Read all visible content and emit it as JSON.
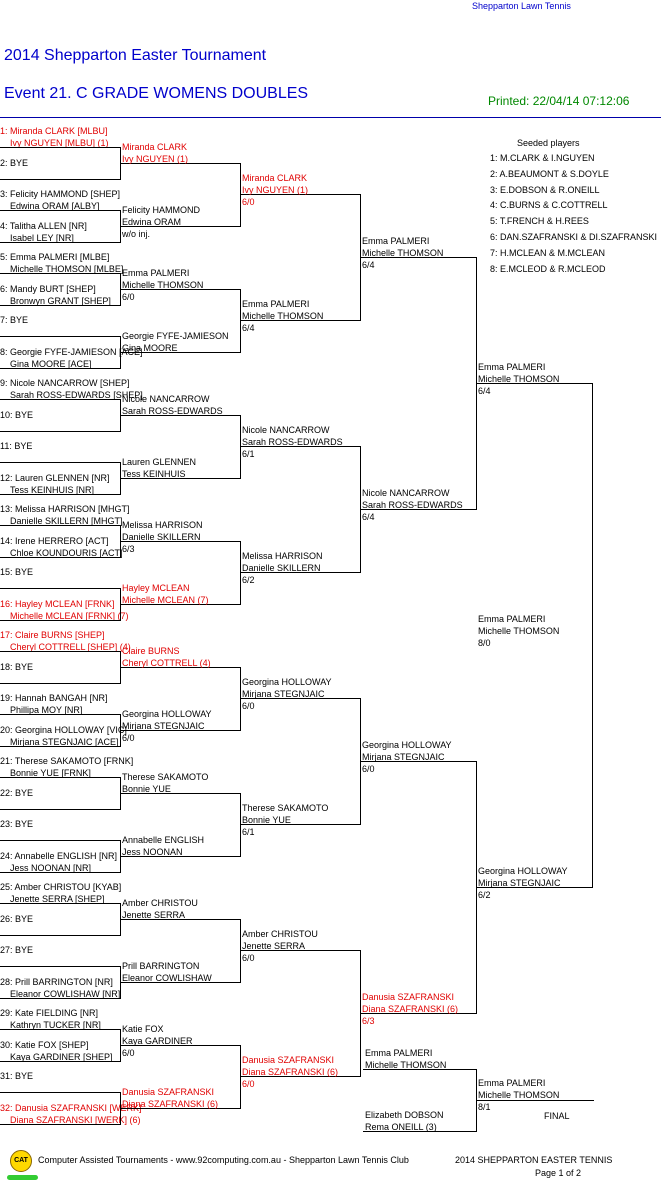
{
  "header": {
    "club": "Shepparton Lawn Tennis",
    "title": "2014 Shepparton Easter Tournament",
    "event": "Event 21. C GRADE WOMENS DOUBLES",
    "printed": "Printed: 22/04/14 07:12:06"
  },
  "seeded": {
    "title": "Seeded players",
    "items": [
      "1: M.CLARK & I.NGUYEN",
      "2: A.BEAUMONT & S.DOYLE",
      "3: E.DOBSON & R.ONEILL",
      "4: C.BURNS & C.COTTRELL",
      "5: T.FRENCH & H.REES",
      "6: DAN.SZAFRANSKI & DI.SZAFRANSKI",
      "7: H.MCLEAN & M.MCLEAN",
      "8: E.MCLEOD & R.MCLEOD"
    ]
  },
  "draw": [
    {
      "l1": "1: Miranda CLARK [MLBU]",
      "l2": "Ivy NGUYEN [MLBU] (1)",
      "seeded": true
    },
    {
      "l1": "2: BYE",
      "l2": ""
    },
    {
      "l1": "3: Felicity HAMMOND [SHEP]",
      "l2": "Edwina ORAM [ALBY]"
    },
    {
      "l1": "4: Talitha ALLEN [NR]",
      "l2": "Isabel LEY [NR]"
    },
    {
      "l1": "5: Emma PALMERI [MLBE]",
      "l2": "Michelle THOMSON [MLBE]"
    },
    {
      "l1": "6: Mandy BURT [SHEP]",
      "l2": "Bronwyn GRANT [SHEP]"
    },
    {
      "l1": "7: BYE",
      "l2": ""
    },
    {
      "l1": "8: Georgie FYFE-JAMIESON [ACE]",
      "l2": "Gina MOORE [ACE]"
    },
    {
      "l1": "9: Nicole NANCARROW [SHEP]",
      "l2": "Sarah ROSS-EDWARDS [SHEP]"
    },
    {
      "l1": "10: BYE",
      "l2": ""
    },
    {
      "l1": "11: BYE",
      "l2": ""
    },
    {
      "l1": "12: Lauren GLENNEN [NR]",
      "l2": "Tess KEINHUIS [NR]"
    },
    {
      "l1": "13: Melissa HARRISON [MHGT]",
      "l2": "Danielle SKILLERN [MHGT]"
    },
    {
      "l1": "14: Irene HERRERO [ACT]",
      "l2": "Chloe KOUNDOURIS [ACT]"
    },
    {
      "l1": "15: BYE",
      "l2": ""
    },
    {
      "l1": "16: Hayley MCLEAN [FRNK]",
      "l2": "Michelle MCLEAN [FRNK] (7)",
      "seeded": true
    },
    {
      "l1": "17: Claire BURNS [SHEP]",
      "l2": "Cheryl COTTRELL [SHEP] (4)",
      "seeded": true
    },
    {
      "l1": "18: BYE",
      "l2": ""
    },
    {
      "l1": "19: Hannah BANGAH [NR]",
      "l2": "Phillipa MOY [NR]"
    },
    {
      "l1": "20: Georgina HOLLOWAY [VIC]",
      "l2": "Mirjana STEGNJAIC [ACE]"
    },
    {
      "l1": "21: Therese SAKAMOTO [FRNK]",
      "l2": "Bonnie YUE [FRNK]"
    },
    {
      "l1": "22: BYE",
      "l2": ""
    },
    {
      "l1": "23: BYE",
      "l2": ""
    },
    {
      "l1": "24: Annabelle ENGLISH [NR]",
      "l2": "Jess NOONAN [NR]"
    },
    {
      "l1": "25: Amber CHRISTOU [KYAB]",
      "l2": "Jenette SERRA [SHEP]"
    },
    {
      "l1": "26: BYE",
      "l2": ""
    },
    {
      "l1": "27: BYE",
      "l2": ""
    },
    {
      "l1": "28: Prill BARRINGTON [NR]",
      "l2": "Eleanor COWLISHAW [NR]"
    },
    {
      "l1": "29: Kate FIELDING [NR]",
      "l2": "Kathryn TUCKER [NR]"
    },
    {
      "l1": "30: Katie FOX [SHEP]",
      "l2": "Kaya GARDINER [SHEP]"
    },
    {
      "l1": "31: BYE",
      "l2": ""
    },
    {
      "l1": "32: Danusia SZAFRANSKI [WERK]",
      "l2": "Diana SZAFRANSKI [WERK] (6)",
      "seeded": true
    }
  ],
  "round2": [
    {
      "p1": "Miranda CLARK",
      "p2": "Ivy NGUYEN (1)",
      "score": "",
      "seeded": true
    },
    {
      "p1": "Felicity HAMMOND",
      "p2": "Edwina ORAM",
      "score": "w/o inj."
    },
    {
      "p1": "Emma PALMERI",
      "p2": "Michelle THOMSON",
      "score": "6/0"
    },
    {
      "p1": "Georgie FYFE-JAMIESON",
      "p2": "Gina MOORE",
      "score": ""
    },
    {
      "p1": "Nicole NANCARROW",
      "p2": "Sarah ROSS-EDWARDS",
      "score": ""
    },
    {
      "p1": "Lauren GLENNEN",
      "p2": "Tess KEINHUIS",
      "score": ""
    },
    {
      "p1": "Melissa HARRISON",
      "p2": "Danielle SKILLERN",
      "score": "6/3"
    },
    {
      "p1": "Hayley MCLEAN",
      "p2": "Michelle MCLEAN (7)",
      "score": "",
      "seeded": true
    },
    {
      "p1": "Claire BURNS",
      "p2": "Cheryl COTTRELL (4)",
      "score": "",
      "seeded": true
    },
    {
      "p1": "Georgina HOLLOWAY",
      "p2": "Mirjana STEGNJAIC",
      "score": "6/0"
    },
    {
      "p1": "Therese SAKAMOTO",
      "p2": "Bonnie YUE",
      "score": ""
    },
    {
      "p1": "Annabelle ENGLISH",
      "p2": "Jess NOONAN",
      "score": ""
    },
    {
      "p1": "Amber CHRISTOU",
      "p2": "Jenette SERRA",
      "score": ""
    },
    {
      "p1": "Prill BARRINGTON",
      "p2": "Eleanor COWLISHAW",
      "score": ""
    },
    {
      "p1": "Katie FOX",
      "p2": "Kaya GARDINER",
      "score": "6/0"
    },
    {
      "p1": "Danusia SZAFRANSKI",
      "p2": "Diana SZAFRANSKI (6)",
      "score": "",
      "seeded": true
    }
  ],
  "round3": [
    {
      "p1": "Miranda CLARK",
      "p2": "Ivy NGUYEN (1)",
      "score": "6/0",
      "seeded": true
    },
    {
      "p1": "Emma PALMERI",
      "p2": "Michelle THOMSON",
      "score": "6/4"
    },
    {
      "p1": "Nicole NANCARROW",
      "p2": "Sarah ROSS-EDWARDS",
      "score": "6/1"
    },
    {
      "p1": "Melissa HARRISON",
      "p2": "Danielle SKILLERN",
      "score": "6/2"
    },
    {
      "p1": "Georgina HOLLOWAY",
      "p2": "Mirjana STEGNJAIC",
      "score": "6/0"
    },
    {
      "p1": "Therese SAKAMOTO",
      "p2": "Bonnie YUE",
      "score": "6/1"
    },
    {
      "p1": "Amber CHRISTOU",
      "p2": "Jenette SERRA",
      "score": "6/0"
    },
    {
      "p1": "Danusia SZAFRANSKI",
      "p2": "Diana SZAFRANSKI (6)",
      "score": "6/0",
      "seeded": true
    }
  ],
  "round4": [
    {
      "p1": "Emma PALMERI",
      "p2": "Michelle THOMSON",
      "score": "6/4"
    },
    {
      "p1": "Nicole NANCARROW",
      "p2": "Sarah ROSS-EDWARDS",
      "score": "6/4"
    },
    {
      "p1": "Georgina HOLLOWAY",
      "p2": "Mirjana STEGNJAIC",
      "score": "6/0"
    },
    {
      "p1": "Danusia SZAFRANSKI",
      "p2": "Diana SZAFRANSKI (6)",
      "score": "6/3",
      "seeded": true
    }
  ],
  "round5": [
    {
      "p1": "Emma PALMERI",
      "p2": "Michelle THOMSON",
      "score": "6/4"
    },
    {
      "p1": "Georgina HOLLOWAY",
      "p2": "Mirjana STEGNJAIC",
      "score": "6/2"
    }
  ],
  "round6": [
    {
      "p1": "Emma PALMERI",
      "p2": "Michelle THOMSON",
      "score": "8/0"
    }
  ],
  "final": {
    "top": {
      "p1": "Emma PALMERI",
      "p2": "Michelle THOMSON"
    },
    "bottom": {
      "p1": "Elizabeth DOBSON",
      "p2": "Rema ONEILL (3)"
    },
    "winner": {
      "p1": "Emma PALMERI",
      "p2": "Michelle THOMSON",
      "score": "8/1"
    },
    "label": "FINAL"
  },
  "footer": {
    "badge": "CAT",
    "left": "Computer Assisted Tournaments - www.92computing.com.au  -  Shepparton Lawn Tennis Club",
    "right": "2014 SHEPPARTON EASTER TENNIS",
    "page": "Page 1 of 2"
  }
}
